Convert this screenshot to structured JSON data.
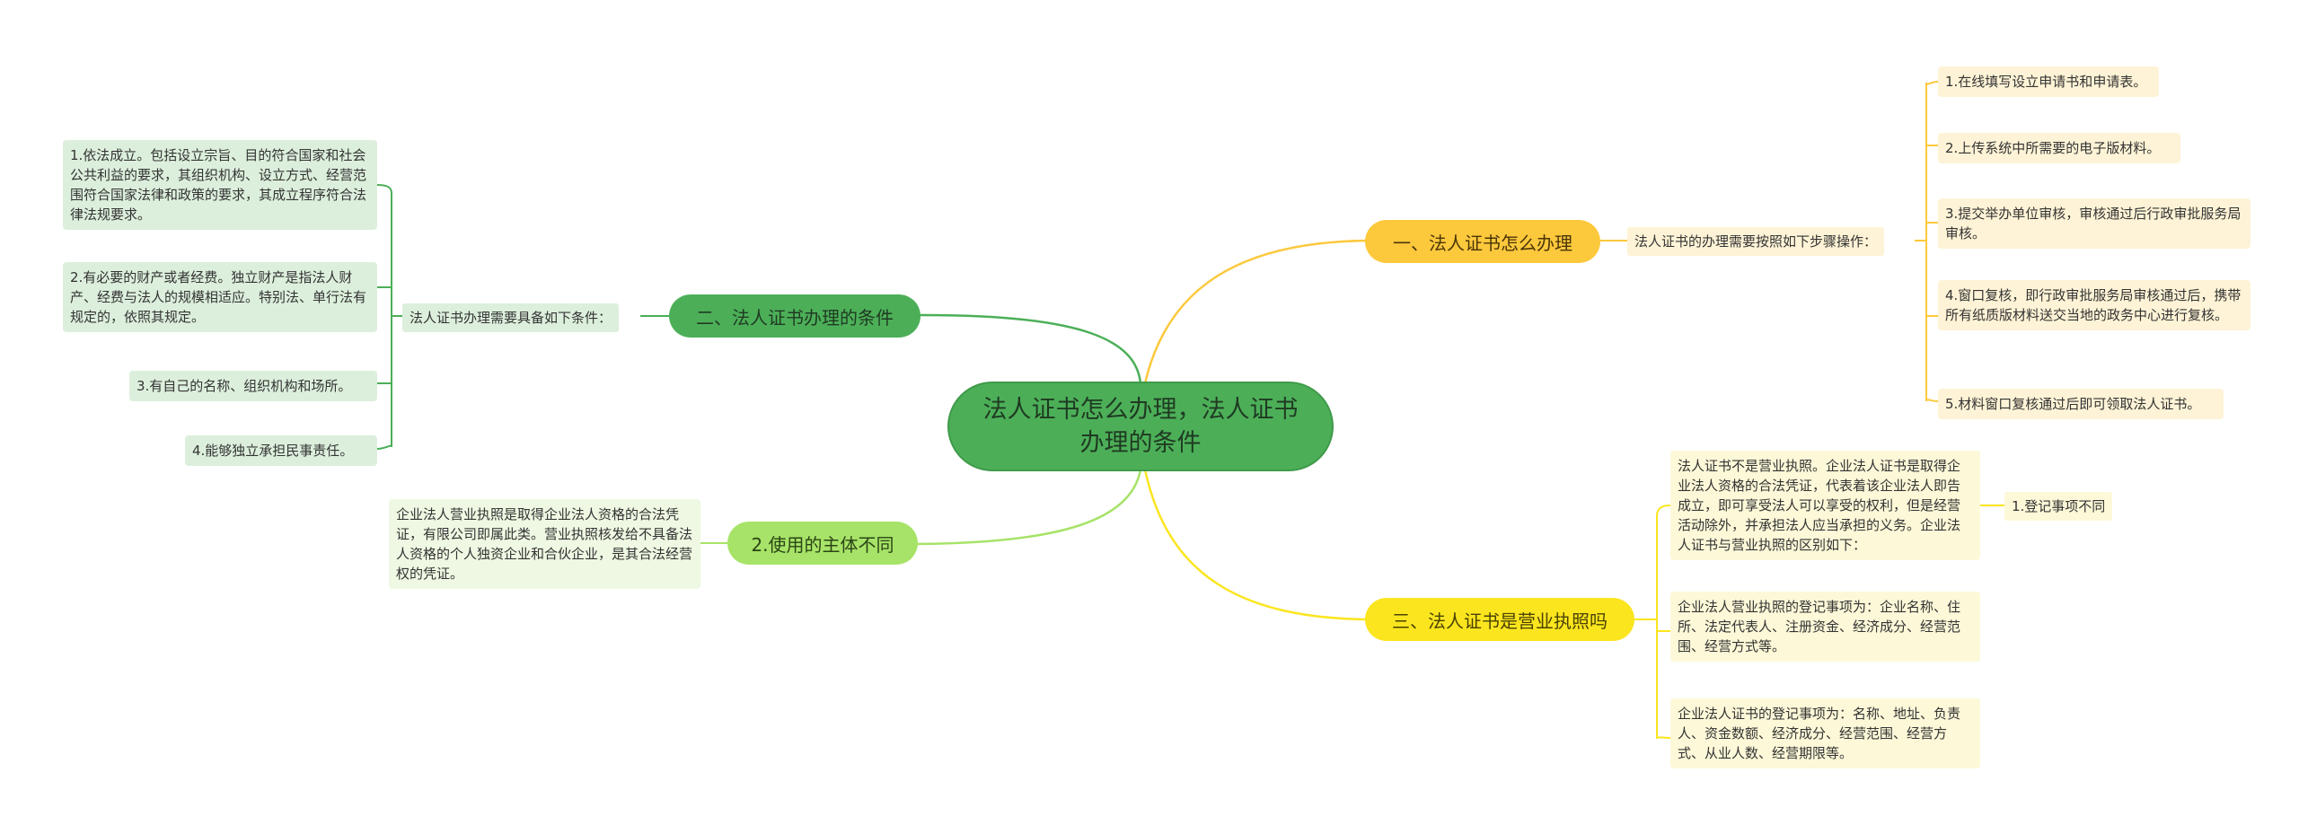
{
  "colors": {
    "green": "#4caf58",
    "light_green": "#a7e368",
    "orange": "#fcc83c",
    "yellow": "#fbe51e"
  },
  "root": {
    "text": "法人证书怎么办理，法人证书办理的条件"
  },
  "branches": {
    "how": {
      "title": "一、法人证书怎么办理",
      "intro": "法人证书的办理需要按照如下步骤操作：",
      "steps": [
        "1.在线填写设立申请书和申请表。",
        "2.上传系统中所需要的电子版材料。",
        "3.提交举办单位审核，审核通过后行政审批服务局审核。",
        "4.窗口复核，即行政审批服务局审核通过后，携带所有纸质版材料送交当地的政务中心进行复核。",
        "5.材料窗口复核通过后即可领取法人证书。"
      ]
    },
    "conditions": {
      "title": "二、法人证书办理的条件",
      "intro": "法人证书办理需要具备如下条件：",
      "items": [
        "1.依法成立。包括设立宗旨、目的符合国家和社会公共利益的要求，其组织机构、设立方式、经营范围符合国家法律和政策的要求，其成立程序符合法律法规要求。",
        "2.有必要的财产或者经费。独立财产是指法人财产、经费与法人的规模相适应。特别法、单行法有规定的，依照其规定。",
        "3.有自己的名称、组织机构和场所。",
        "4.能够独立承担民事责任。"
      ]
    },
    "subject": {
      "title": "2.使用的主体不同",
      "detail": "企业法人营业执照是取得企业法人资格的合法凭证，有限公司即属此类。营业执照核发给不具备法人资格的个人独资企业和合伙企业，是其合法经营权的凭证。"
    },
    "license": {
      "title": "三、法人证书是营业执照吗",
      "items": [
        "法人证书不是营业执照。企业法人证书是取得企业法人资格的合法凭证，代表着该企业法人即告成立，即可享受法人可以享受的权利，但是经营活动除外，并承担法人应当承担的义务。企业法人证书与营业执照的区别如下：",
        "企业法人营业执照的登记事项为：企业名称、住所、法定代表人、注册资金、经济成分、经营范围、经营方式等。",
        "企业法人证书的登记事项为：名称、地址、负责人、资金数额、经济成分、经营范围、经营方式、从业人数、经营期限等。"
      ],
      "sub": "1.登记事项不同"
    }
  }
}
